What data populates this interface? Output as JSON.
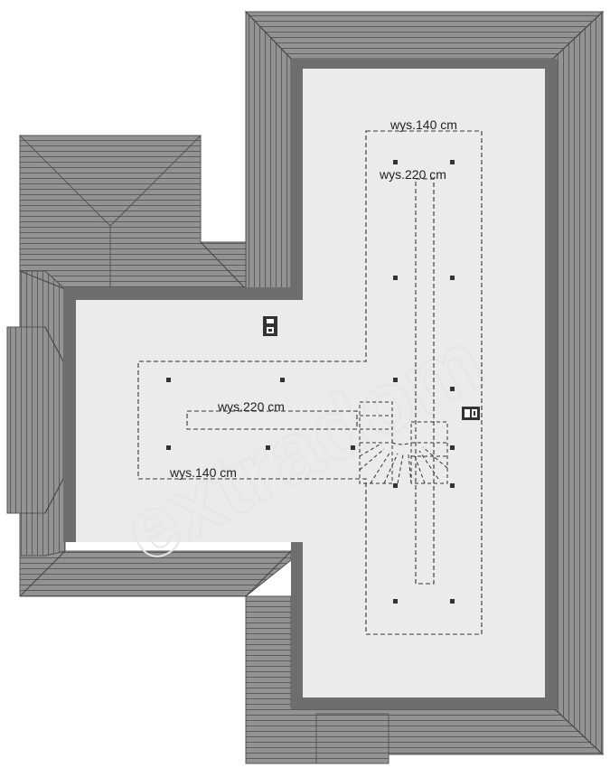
{
  "labels": {
    "top_outer_height": "wys.140 cm",
    "top_inner_height": "wys.220 cm",
    "left_inner_height": "wys.220 cm",
    "left_outer_height": "wys.140 cm"
  },
  "watermark": "extradom",
  "colors": {
    "roof_fill": "#8f8f8f",
    "roof_line": "#5a5a5a",
    "wall": "#6e6e6e",
    "floor": "#ebebeb",
    "dash": "#333333"
  }
}
